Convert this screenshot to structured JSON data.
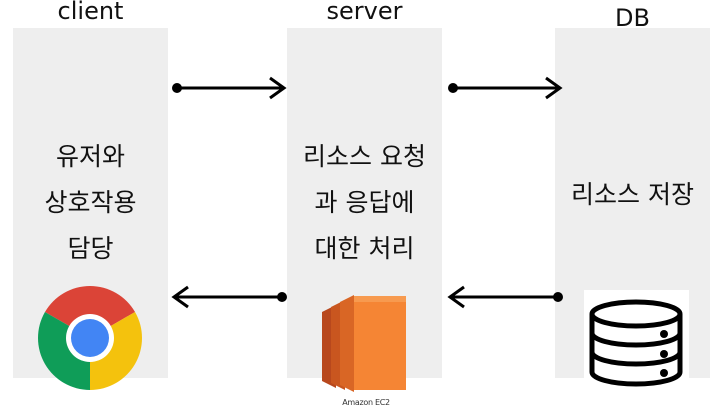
{
  "columns": [
    {
      "heading": "client",
      "role_lines": [
        "유저와",
        "상호작용",
        "담당"
      ],
      "icon": "chrome-icon"
    },
    {
      "heading": "server",
      "role_lines": [
        "리소스 요청",
        "과 응답에",
        "대한 처리"
      ],
      "icon": "amazon-ec2-icon",
      "icon_caption": "Amazon EC2"
    },
    {
      "heading": "DB",
      "role_lines": [
        "리소스 저장"
      ],
      "icon": "database-icon"
    }
  ],
  "colors": {
    "panel": "#eeeeee",
    "arrow": "#000000",
    "ec2_dark": "#b8481d",
    "ec2_light": "#f58534",
    "chrome_red": "#db4437",
    "chrome_yellow": "#f4c20d",
    "chrome_green": "#0f9d58",
    "chrome_blue": "#4285f4"
  }
}
